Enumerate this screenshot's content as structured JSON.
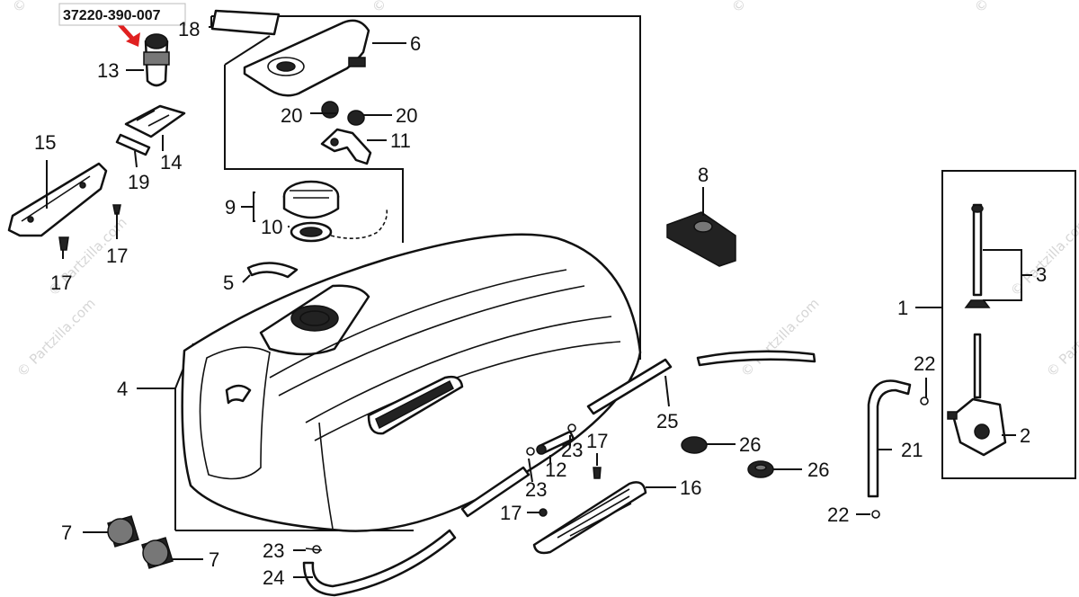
{
  "part_number": "37220-390-007",
  "watermark": "© Partzilla.com",
  "highlight_color": "#e02020",
  "callouts": {
    "c1": "1",
    "c2": "2",
    "c3": "3",
    "c4": "4",
    "c5": "5",
    "c6": "6",
    "c7a": "7",
    "c7b": "7",
    "c8": "8",
    "c9": "9",
    "c10": "10",
    "c11": "11",
    "c12": "12",
    "c13": "13",
    "c14": "14",
    "c15": "15",
    "c16": "16",
    "c17a": "17",
    "c17b": "17",
    "c17c": "17",
    "c17d": "17",
    "c18": "18",
    "c19": "19",
    "c20a": "20",
    "c20b": "20",
    "c21": "21",
    "c22a": "22",
    "c22b": "22",
    "c23a": "23",
    "c23b": "23",
    "c23c": "23",
    "c24": "24",
    "c25": "25",
    "c26a": "26",
    "c26b": "26"
  }
}
